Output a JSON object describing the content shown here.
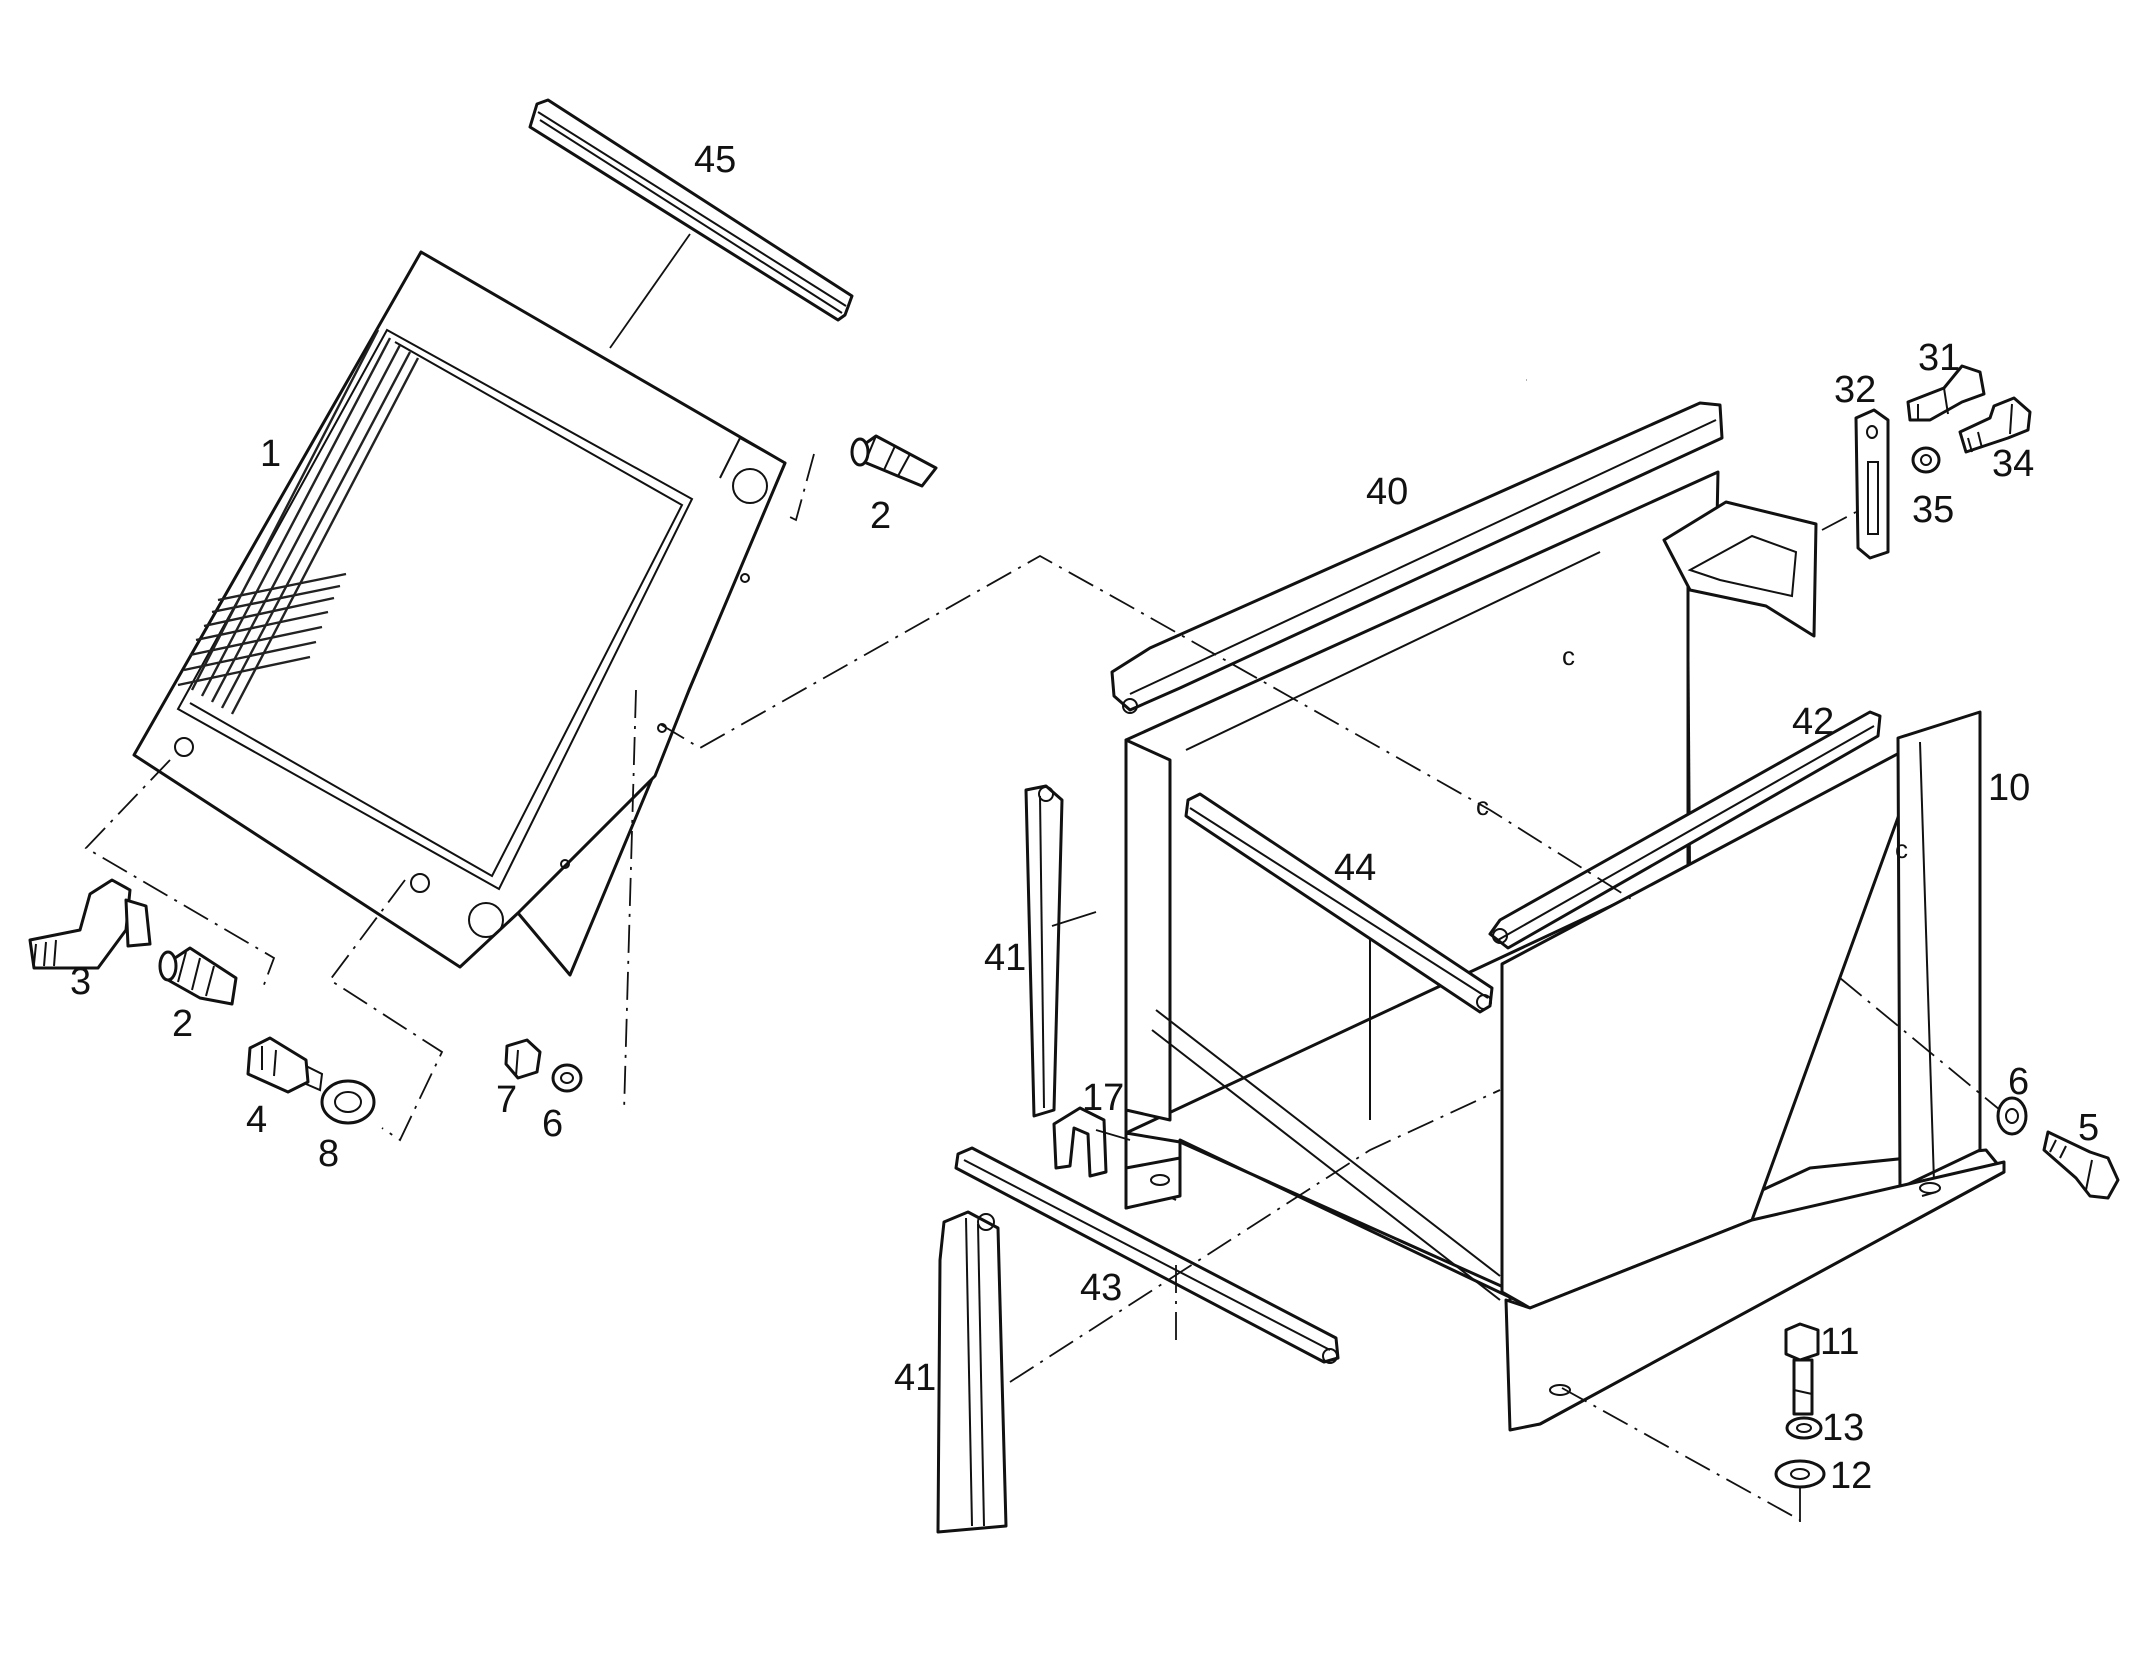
{
  "diagram": {
    "type": "exploded parts diagram",
    "ink_color": "#111111",
    "background_color": "#ffffff",
    "callouts": {
      "p1": "1",
      "p2a": "2",
      "p2b": "2",
      "p3": "3",
      "p4": "4",
      "p5": "5",
      "p6a": "6",
      "p6b": "6",
      "p7": "7",
      "p8": "8",
      "p10": "10",
      "p11": "11",
      "p12": "12",
      "p13": "13",
      "p17": "17",
      "p31": "31",
      "p32": "32",
      "p34": "34",
      "p35": "35",
      "p40": "40",
      "p41a": "41",
      "p41b": "41",
      "p42": "42",
      "p43": "43",
      "p44": "44",
      "p45": "45"
    }
  }
}
